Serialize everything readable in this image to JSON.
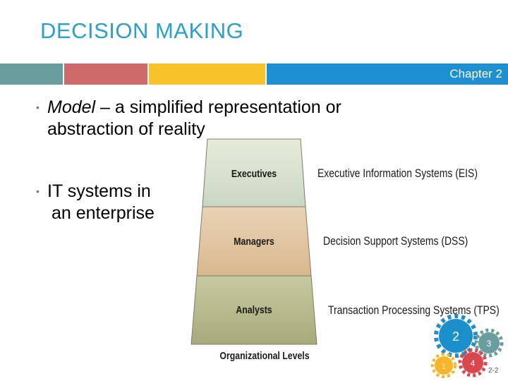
{
  "title": "DECISION MAKING",
  "chapter": "Chapter 2",
  "band_colors": [
    "#6a9e9e",
    "#cf6a6a",
    "#f7c22a",
    "#1e8fd1"
  ],
  "bullets": {
    "model_term": "Model",
    "model_rest": " – a simplified representation or",
    "model_line2": "abstraction of reality",
    "it_line1": "IT systems in",
    "it_line2": "an enterprise"
  },
  "pyramid": {
    "levels": [
      "Executives",
      "Managers",
      "Analysts"
    ],
    "systems": [
      "Executive Information Systems (EIS)",
      "Decision Support Systems (DSS)",
      "Transaction Processing Systems (TPS)"
    ],
    "footer": "Organizational Levels"
  },
  "gears": [
    "2",
    "3",
    "1",
    "4"
  ],
  "page_number": "2-2"
}
